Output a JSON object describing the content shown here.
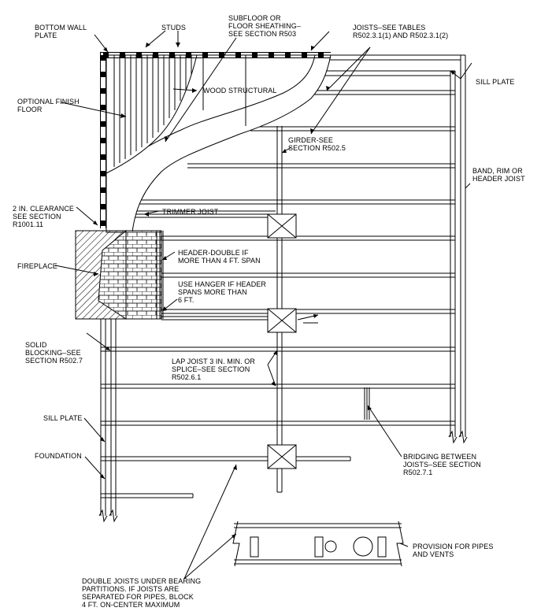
{
  "labels": {
    "bottom_wall_plate": "BOTTOM WALL\nPLATE",
    "studs": "STUDS",
    "subfloor": "SUBFLOOR OR\nFLOOR SHEATHING–\nSEE SECTION R503",
    "joists": "JOISTS–SEE TABLES\nR502.3.1(1) AND R502.3.1(2)",
    "sill_plate_top": "SILL PLATE",
    "optional_finish_floor": "OPTIONAL FINISH\nFLOOR",
    "wood_structural": "WOOD STRUCTURAL",
    "girder": "GIRDER-SEE\nSECTION R502.5",
    "band_rim": "BAND, RIM OR\nHEADER JOIST",
    "clearance": "2 IN. CLEARANCE\nSEE SECTION\nR1001.11",
    "trimmer_joist": "TRIMMER JOIST",
    "header_double": "HEADER-DOUBLE IF\nMORE THAN 4 FT. SPAN",
    "fireplace": "FIREPLACE",
    "use_hanger": "USE HANGER IF HEADER\nSPANS MORE THAN\n6 FT.",
    "solid_blocking": "SOLID\nBLOCKING–SEE\nSECTION R502.7",
    "lap_joist": "LAP JOIST 3 IN. MIN. OR\nSPLICE–SEE SECTION\nR502.6.1",
    "sill_plate_left": "SILL PLATE",
    "foundation": "FOUNDATION",
    "bridging": "BRIDGING BETWEEN\nJOISTS–SEE SECTION\nR502.7.1",
    "provision": "PROVISION FOR PIPES\nAND VENTS",
    "double_joists": "DOUBLE JOISTS UNDER BEARING\nPARTITIONS. IF JOISTS ARE\nSEPARATED FOR PIPES, BLOCK\n4 FT. ON-CENTER MAXIMUM"
  }
}
